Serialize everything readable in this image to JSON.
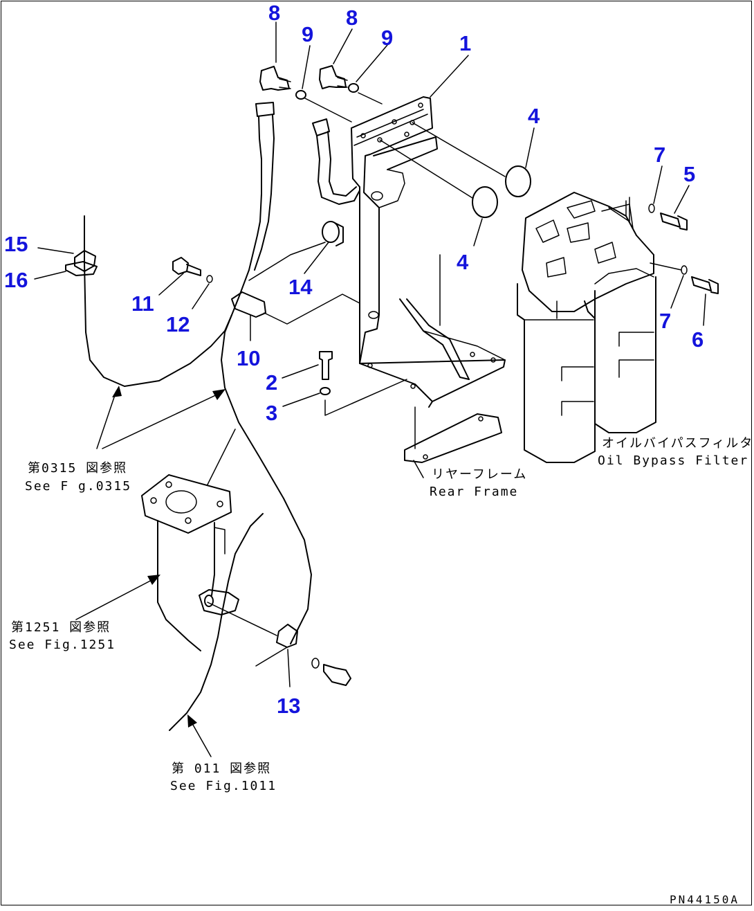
{
  "callouts": {
    "c1": "1",
    "c2": "2",
    "c3": "3",
    "c4a": "4",
    "c4b": "4",
    "c5": "5",
    "c6": "6",
    "c7a": "7",
    "c7b": "7",
    "c8a": "8",
    "c8b": "8",
    "c9a": "9",
    "c9b": "9",
    "c10": "10",
    "c11": "11",
    "c12": "12",
    "c13": "13",
    "c14": "14",
    "c15": "15",
    "c16": "16"
  },
  "references": {
    "fig0315_jp": "第0315 図参照",
    "fig0315_en": "See F g.0315",
    "fig1251_jp": "第1251 図参照",
    "fig1251_en": "See Fig.1251",
    "fig1011_jp": "第 011 図参照",
    "fig1011_en": "See Fig.1011"
  },
  "parts": {
    "oil_filter_jp": "オイルバイパスフィルタ",
    "oil_filter_en": "Oil Bypass Filter",
    "rear_frame_jp": "リヤーフレーム",
    "rear_frame_en": "Rear Frame"
  },
  "drawing_code": "PN44150A",
  "colors": {
    "callout": "#1414dc",
    "line": "#000000",
    "background": "#ffffff"
  }
}
